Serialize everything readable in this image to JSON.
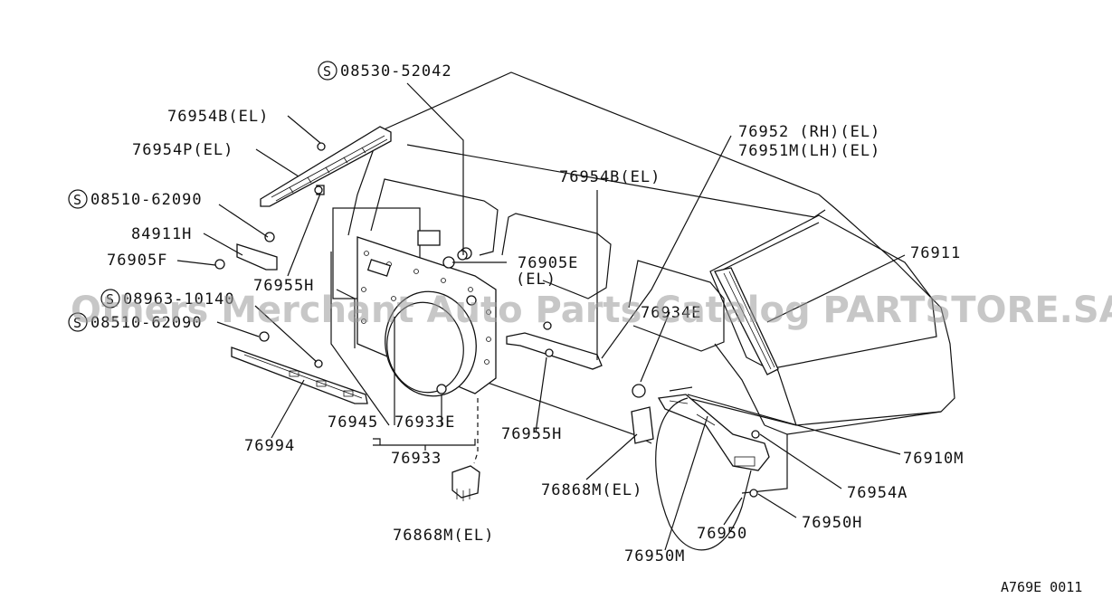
{
  "labels": {
    "l_08530_52042": "08530-52042",
    "l_76954B_top": "76954B(EL)",
    "l_76954P": "76954P(EL)",
    "l_08510_62090_top": "08510-62090",
    "l_84911H": "84911H",
    "l_76905F": "76905F",
    "l_76955H_left": "76955H",
    "l_08963": "08963-10140",
    "l_08510_62090_bottom": "08510-62090",
    "l_76994": "76994",
    "l_76945": "76945",
    "l_76933E": "76933E",
    "l_76933": "76933",
    "l_76868M_bottom": "76868M(EL)",
    "l_76905E": "76905E",
    "l_76905E_el": "(EL)",
    "l_76954B_mid": "76954B(EL)",
    "l_76952": "76952 (RH)(EL)",
    "l_76951M": "76951M(LH)(EL)",
    "l_76911": "76911",
    "l_76955H_mid": "76955H",
    "l_76868M_mid": "76868M(EL)",
    "l_76910M": "76910M",
    "l_76954A": "76954A",
    "l_76950": "76950",
    "l_76950H": "76950H",
    "l_76950M": "76950M",
    "l_76934E": "76934E"
  },
  "screw_symbol": "S",
  "watermark": "Others Merchant Auto Parts Catalog PARTSTORE.SA",
  "diagram_code": "A769E 0011"
}
